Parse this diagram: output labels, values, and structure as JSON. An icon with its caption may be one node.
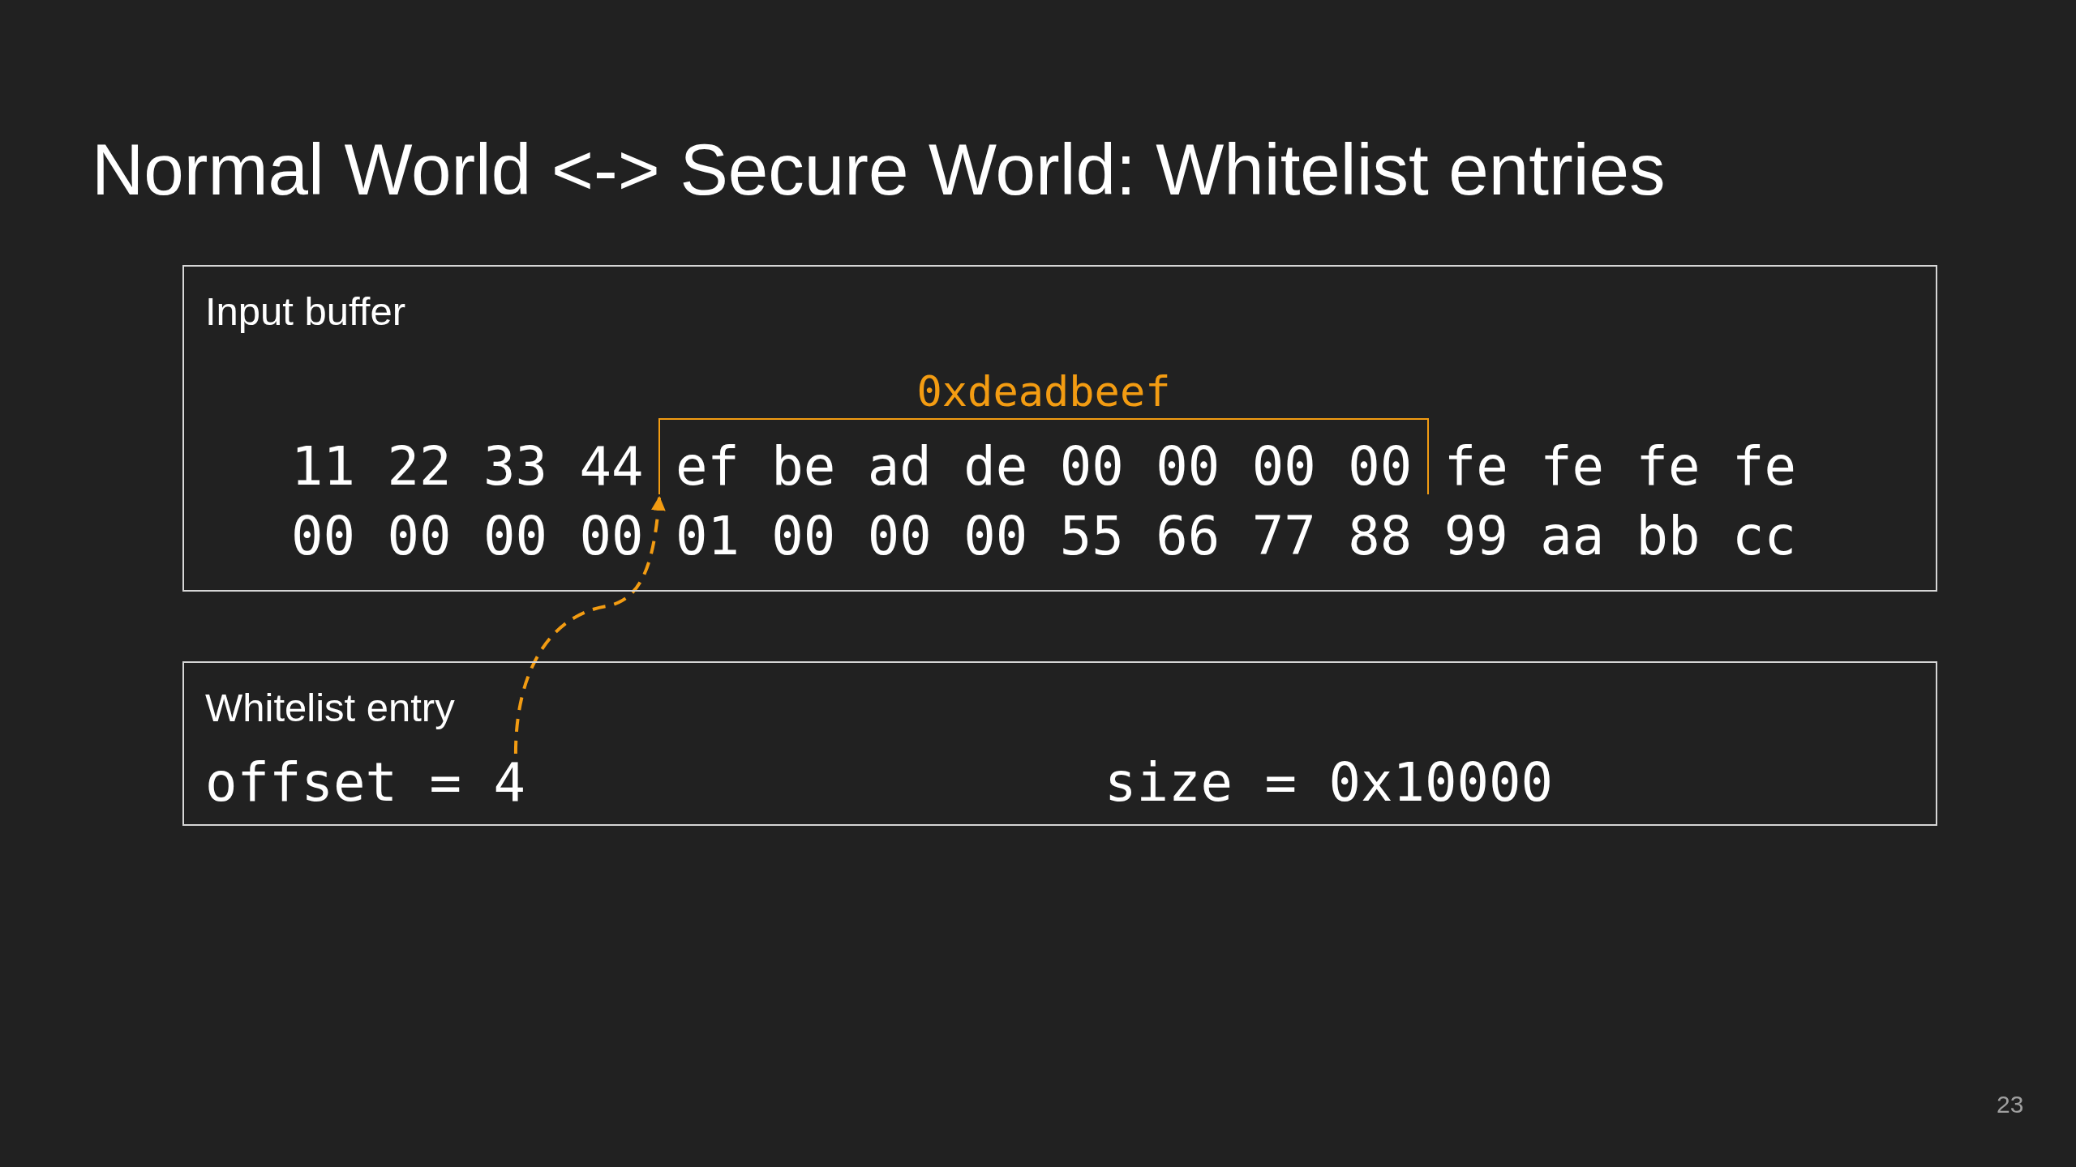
{
  "diagram": {
    "title": "Normal World <-> Secure World: Whitelist entries",
    "nodes": [
      {
        "text": [
          "Input buffer",
          "11 22 33 44",
          "fe fe fe fe",
          "00 00 00 00 01 00 00 00 55 66 77 88 99 aa bb cc"
        ]
      },
      {
        "text": [
          "0xdeadbeef",
          "ef be ad de 00 00 00 00"
        ],
        "in": 0
      },
      {
        "text": [
          "Whitelist entry",
          "size = 0x10000"
        ]
      },
      {
        "text": [
          "offset = 4"
        ],
        "in": 2
      }
    ],
    "edges": [
      {
        "from": 3,
        "to": 1,
        "arrow": "to",
        "style": "dashed",
        "color": "#f39c12"
      }
    ],
    "labels": [
      "23"
    ]
  }
}
